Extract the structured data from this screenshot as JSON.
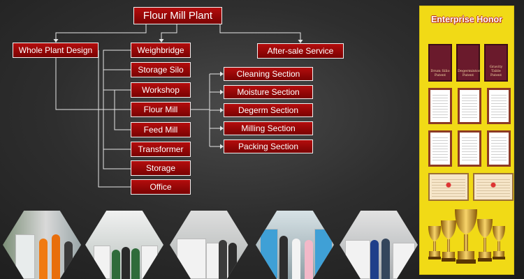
{
  "diagram": {
    "root": "Flour Mill Plant",
    "level1": {
      "left": "Whole Plant Design",
      "right": "After-sale Service"
    },
    "stack": [
      "Weighbridge",
      "Storage Silo",
      "Workshop",
      "Flour Mill",
      "Feed Mill",
      "Transformer",
      "Storage",
      "Office"
    ],
    "sections": [
      "Cleaning Section",
      "Moisture Section",
      "Degerm Section",
      "Milling Section",
      "Packing Section"
    ]
  },
  "honor": {
    "title": "Enterprise Honor",
    "patents": [
      [
        "Drum Silio",
        "Patent"
      ],
      [
        "Degermintor",
        "Patent"
      ],
      [
        "Gravity Table",
        "Patent"
      ]
    ]
  },
  "colors": {
    "node_fill": "#9e0707",
    "node_border": "#f1f1f1",
    "honor_panel": "#f1da16",
    "connector": "#e6e6e6"
  }
}
